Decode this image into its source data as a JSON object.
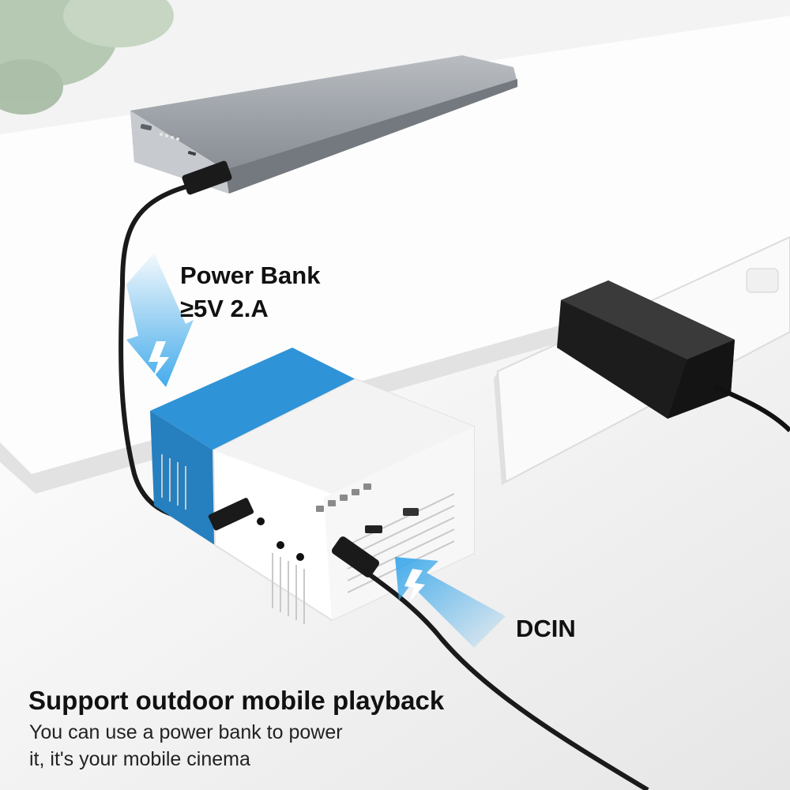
{
  "labels": {
    "power_bank_line1": "Power Bank",
    "power_bank_line2": "≥5V 2.A",
    "dcin": "DCIN"
  },
  "caption": {
    "headline": "Support outdoor mobile playback",
    "line1": "You can use a power bank to power",
    "line2": "it, it's your mobile cinema"
  },
  "colors": {
    "projector_blue": "#2f93d8",
    "arrow_blue": "#3aa7ea",
    "power_bank_gray": "#9ea3a9",
    "adapter_black": "#1c1c1c"
  }
}
